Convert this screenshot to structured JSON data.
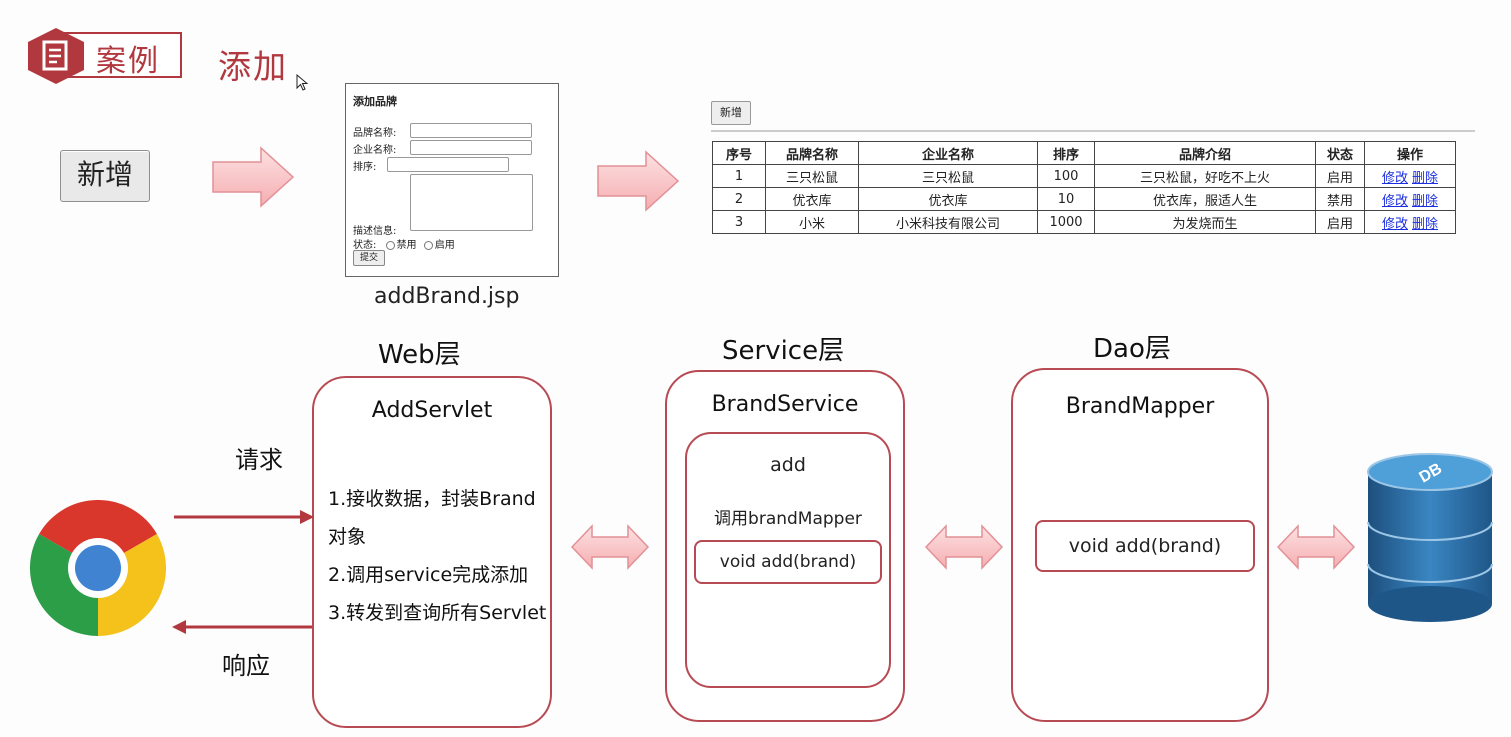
{
  "header": {
    "badge_label": "案例",
    "title": "添加"
  },
  "new_button": {
    "label": "新增"
  },
  "form_mock": {
    "title": "添加品牌",
    "brand_name_label": "品牌名称:",
    "company_name_label": "企业名称:",
    "order_label": "排序:",
    "description_label": "描述信息:",
    "status_label": "状态:",
    "status_disabled": "禁用",
    "status_enabled": "启用",
    "submit_label": "提交",
    "caption": "addBrand.jsp"
  },
  "table_mock": {
    "new_label": "新增",
    "headers": [
      "序号",
      "品牌名称",
      "企业名称",
      "排序",
      "品牌介绍",
      "状态",
      "操作"
    ],
    "rows": [
      [
        "1",
        "三只松鼠",
        "三只松鼠",
        "100",
        "三只松鼠，好吃不上火",
        "启用"
      ],
      [
        "2",
        "优衣库",
        "优衣库",
        "10",
        "优衣库，服适人生",
        "禁用"
      ],
      [
        "3",
        "小米",
        "小米科技有限公司",
        "1000",
        "为发烧而生",
        "启用"
      ]
    ],
    "edit_link": "修改",
    "delete_link": "删除"
  },
  "web_layer": {
    "title": "Web层",
    "box_title": "AddServlet",
    "steps": [
      "1.接收数据，封装Brand",
      "对象",
      "2.调用service完成添加",
      "3.转发到查询所有Servlet"
    ]
  },
  "service_layer": {
    "title": "Service层",
    "box_title": "BrandService",
    "method_name": "add",
    "call_text": "调用brandMapper",
    "method_sig": "void add(brand)"
  },
  "dao_layer": {
    "title": "Dao层",
    "box_title": "BrandMapper",
    "method_sig": "void add(brand)"
  },
  "browser": {
    "request_label": "请求",
    "response_label": "响应"
  },
  "database": {
    "label": "DB"
  },
  "colors": {
    "accent": "#b2383f",
    "box_border": "#b74a53",
    "arrow_fill": "#f7c2c4",
    "arrow_stroke": "#e08a8e",
    "db_blue": "#2a6fa8"
  }
}
